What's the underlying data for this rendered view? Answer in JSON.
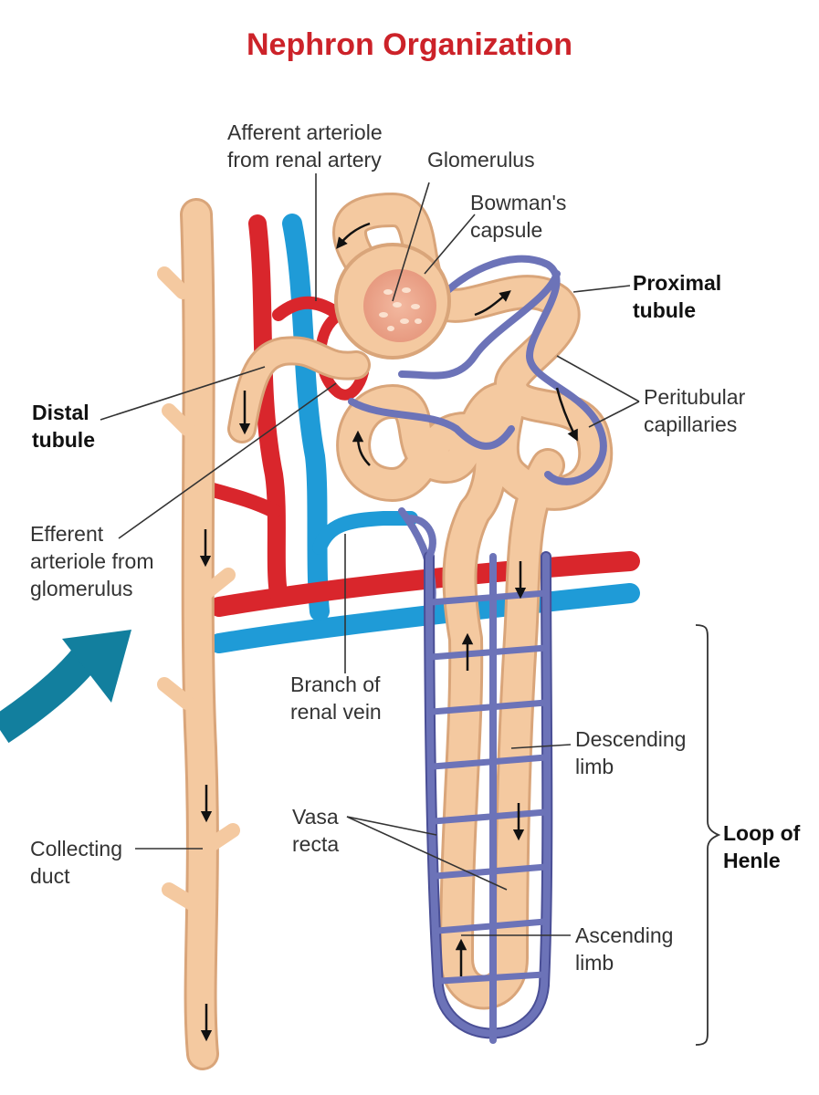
{
  "title": "Nephron Organization",
  "labels": {
    "afferent_arteriole": [
      "Afferent arteriole",
      "from renal artery"
    ],
    "glomerulus": [
      "Glomerulus"
    ],
    "bowmans_capsule": [
      "Bowman's",
      "capsule"
    ],
    "proximal_tubule": [
      "Proximal",
      "tubule"
    ],
    "distal_tubule": [
      "Distal",
      "tubule"
    ],
    "peritubular_capillaries": [
      "Peritubular",
      "capillaries"
    ],
    "efferent_arteriole": [
      "Efferent",
      "arteriole from",
      "glomerulus"
    ],
    "branch_renal_vein": [
      "Branch of",
      "renal vein"
    ],
    "descending_limb": [
      "Descending",
      "limb"
    ],
    "vasa_recta": [
      "Vasa",
      "recta"
    ],
    "loop_of_henle": [
      "Loop of",
      "Henle"
    ],
    "collecting_duct": [
      "Collecting",
      "duct"
    ],
    "ascending_limb": [
      "Ascending",
      "limb"
    ]
  },
  "colors": {
    "title": "#cc2229",
    "tubule": "#f4c9a0",
    "tubule_edge": "#d9a57a",
    "artery": "#d9262c",
    "vein": "#1f9bd7",
    "capillary": "#6c73b8",
    "capillary_edge": "#4a4f96",
    "big_arrow": "#127f9e"
  }
}
